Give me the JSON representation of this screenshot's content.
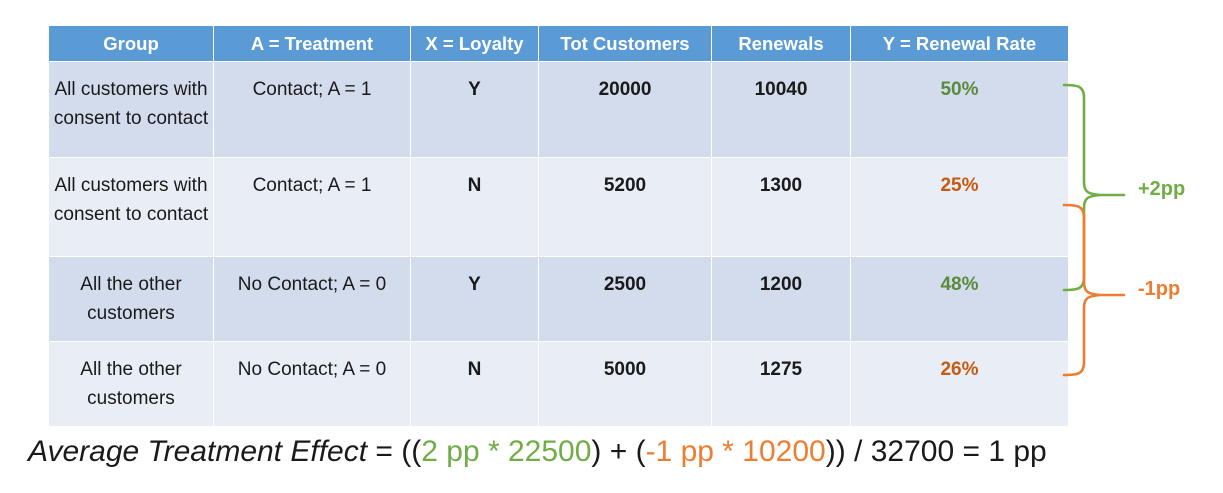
{
  "table": {
    "columns": [
      {
        "key": "group",
        "label": "Group"
      },
      {
        "key": "treatment",
        "label": "A = Treatment"
      },
      {
        "key": "loyalty",
        "label": "X = Loyalty"
      },
      {
        "key": "customers",
        "label": "Tot Customers"
      },
      {
        "key": "renewals",
        "label": "Renewals"
      },
      {
        "key": "rate",
        "label": "Y = Renewal Rate"
      }
    ],
    "rows": [
      {
        "group": "All customers with consent to contact",
        "treatment": "Contact; A = 1",
        "loyalty": "Y",
        "customers": "20000",
        "renewals": "10040",
        "rate": "50%",
        "rate_color": "green"
      },
      {
        "group": "All customers with consent to contact",
        "treatment": "Contact; A = 1",
        "loyalty": "N",
        "customers": "5200",
        "renewals": "1300",
        "rate": "25%",
        "rate_color": "orange"
      },
      {
        "group": "All the other customers",
        "treatment": "No Contact; A = 0",
        "loyalty": "Y",
        "customers": "2500",
        "renewals": "1200",
        "rate": "48%",
        "rate_color": "green"
      },
      {
        "group": "All the other customers",
        "treatment": "No Contact; A = 0",
        "loyalty": "N",
        "customers": "5000",
        "renewals": "1275",
        "rate": "26%",
        "rate_color": "orange"
      }
    ]
  },
  "annotations": [
    {
      "id": "green",
      "label": "+2pp",
      "color": "#70AD47",
      "connects_rows": [
        1,
        3
      ]
    },
    {
      "id": "orange",
      "label": "-1pp",
      "color": "#ED7D31",
      "connects_rows": [
        2,
        4
      ]
    }
  ],
  "formula": {
    "lead": "Average Treatment Effect",
    "eq_open": " = ((",
    "green_term": "2 pp * 22500",
    "mid": ") + (",
    "orange_term": "-1 pp * 10200",
    "tail": "))  / 32700 = 1 pp"
  },
  "colors": {
    "header_blue": "#5B9BD5",
    "band_dark": "#D3DCED",
    "band_light": "#E9EDF5",
    "rate_green": "#5A8A3C",
    "rate_orange": "#C55A11",
    "brace_green": "#70AD47",
    "brace_orange": "#ED7D31"
  }
}
